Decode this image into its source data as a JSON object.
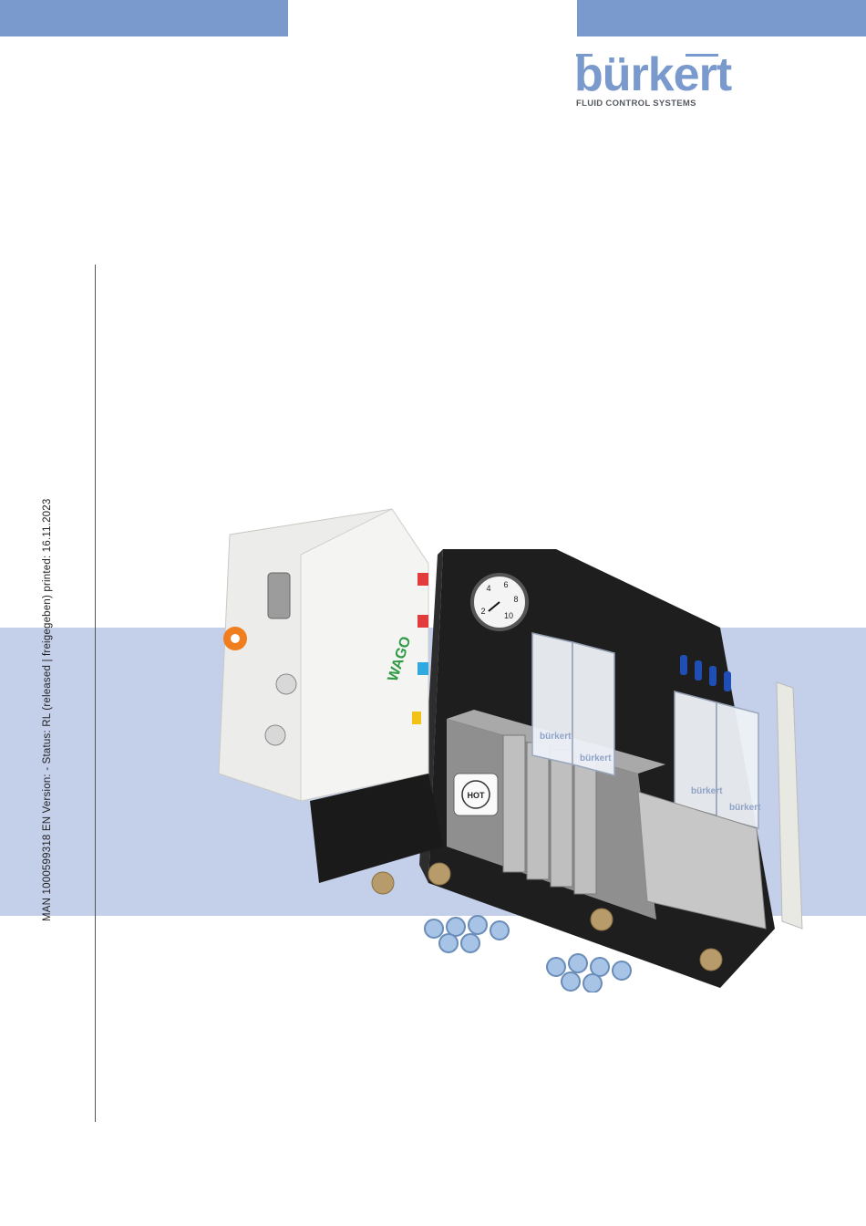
{
  "header": {
    "logo_word": "bürkert",
    "logo_tagline": "FLUID CONTROL SYSTEMS"
  },
  "side_note": {
    "text": "MAN  1000599318  EN  Version: - Status: RL (released | freigegeben)  printed: 16.11.2023"
  },
  "image": {
    "description_label": "valve terminal product photo",
    "brand_on_modules": "bürkert",
    "module_brand_wago": "WAGO",
    "badge_hot": "HOT",
    "gauge_numbers": [
      "2",
      "4",
      "6",
      "8",
      "10"
    ]
  },
  "colors": {
    "brand_blue": "#7a9ace",
    "band_blue": "#c4cfe9"
  }
}
